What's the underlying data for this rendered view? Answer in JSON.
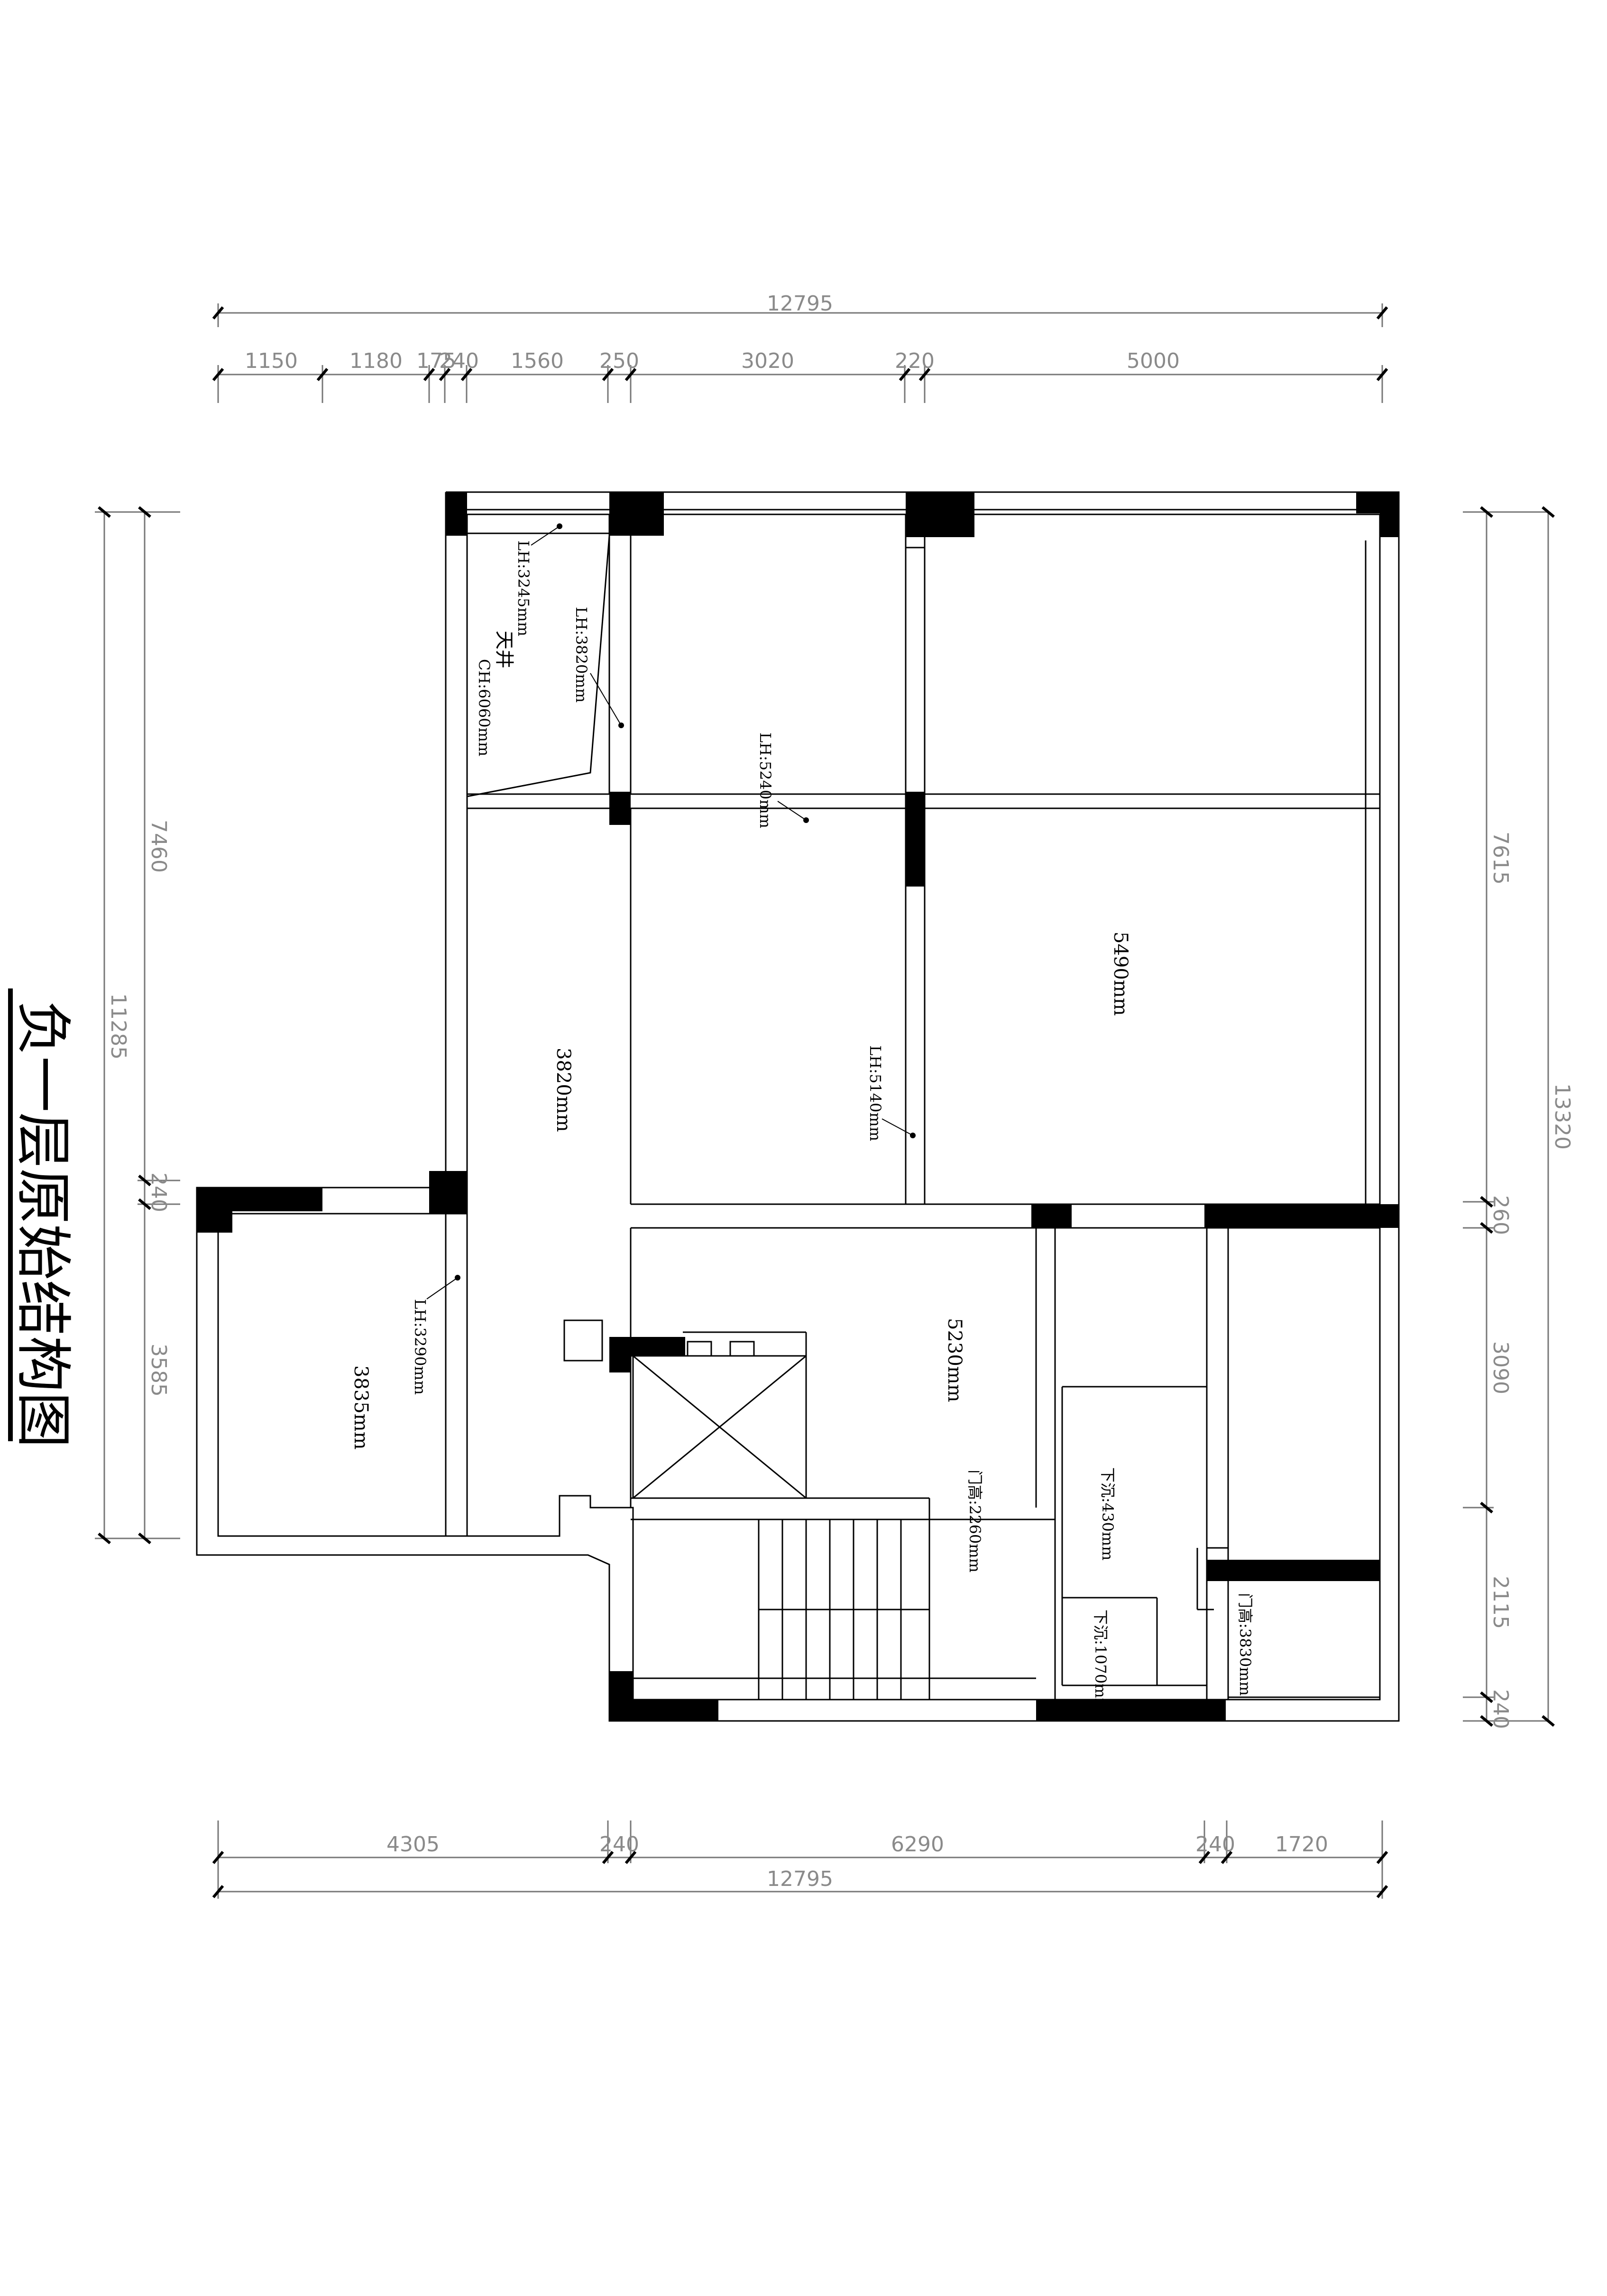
{
  "title": "负一层原始结构图",
  "top_overall": "12795",
  "top_segments": [
    "1150",
    "1180",
    "175",
    "240",
    "1560",
    "250",
    "3020",
    "220",
    "5000"
  ],
  "bottom_segments": [
    "4305",
    "240",
    "6290",
    "240",
    "1720"
  ],
  "bottom_overall": "12795",
  "left_segments": [
    "7460",
    "240",
    "3585"
  ],
  "left_overall": "11285",
  "right_segments": [
    "7615",
    "260",
    "3090",
    "2115",
    "240"
  ],
  "right_overall": "13320",
  "rooms": {
    "lh_3245": "LH:3245mm",
    "lh_3820": "LH:3820mm",
    "skylight": "天井",
    "ch_6060": "CH:6060mm",
    "lh_5240": "LH:5240mm",
    "h_5490": "5490mm",
    "h_3820": "3820mm",
    "lh_5140": "LH:5140mm",
    "lh_3290": "LH:3290mm",
    "h_3835": "3835mm",
    "h_5230": "5230mm",
    "door_2260": "门高:2260mm",
    "sink_430": "下沉:430mm",
    "sink_1070": "下沉:1070mm",
    "door_3830": "门高:3830mm"
  }
}
